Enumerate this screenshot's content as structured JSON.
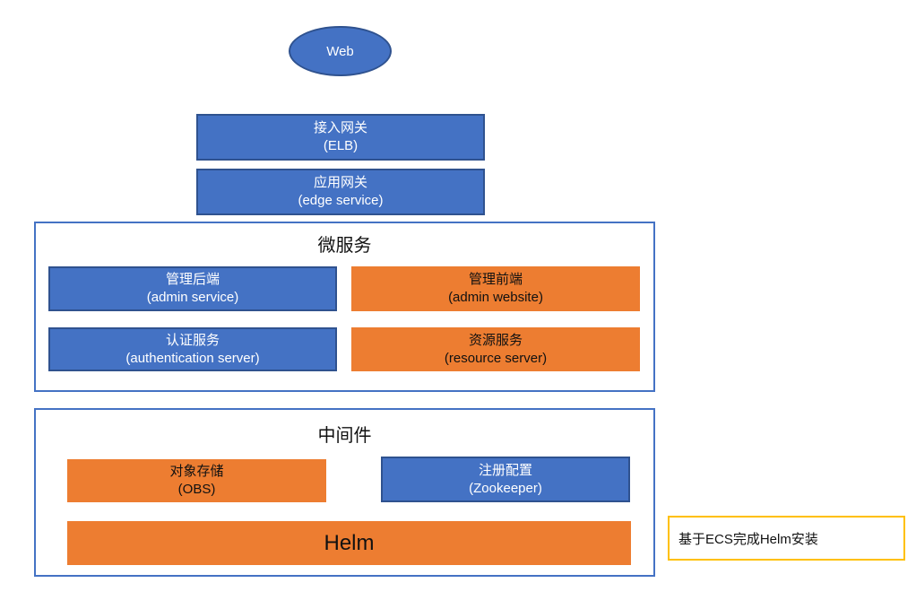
{
  "colors": {
    "blue_fill": "#4472C4",
    "blue_border": "#2F528F",
    "orange_fill": "#ED7D31",
    "frame_border": "#4472C4",
    "note_border": "#FFC000",
    "text_on_blue": "#FFFFFF",
    "text_on_orange": "#111111"
  },
  "web_node": {
    "label": "Web"
  },
  "gateways": [
    {
      "title": "接入网关",
      "subtitle": "(ELB)"
    },
    {
      "title": "应用网关",
      "subtitle": "(edge service)"
    }
  ],
  "microservices": {
    "title": "微服务",
    "items": [
      {
        "title": "管理后端",
        "subtitle": "(admin service)",
        "variant": "blue"
      },
      {
        "title": "管理前端",
        "subtitle": "(admin website)",
        "variant": "orange"
      },
      {
        "title": "认证服务",
        "subtitle": "(authentication server)",
        "variant": "blue"
      },
      {
        "title": "资源服务",
        "subtitle": "(resource server)",
        "variant": "orange"
      }
    ]
  },
  "middleware": {
    "title": "中间件",
    "items": [
      {
        "title": "对象存储",
        "subtitle": "(OBS)",
        "variant": "orange"
      },
      {
        "title": "注册配置",
        "subtitle": "(Zookeeper)",
        "variant": "blue"
      }
    ],
    "helm_label": "Helm"
  },
  "note": {
    "text": "基于ECS完成Helm安装"
  }
}
